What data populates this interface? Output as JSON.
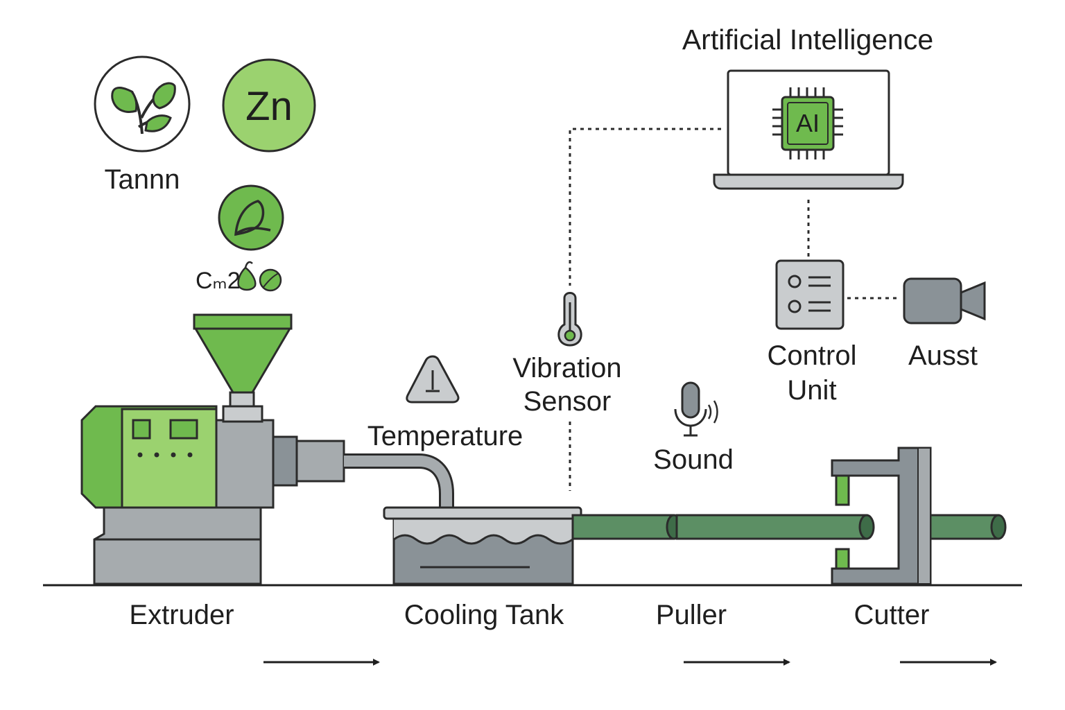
{
  "title": "Artificial Intelligence",
  "ai_chip_text": "AI",
  "additives": {
    "tannin_label": "Tannn",
    "zinc_symbol": "Zn",
    "chitosan_label": "Cₘ2",
    "icons": [
      "leaf-sprig-icon",
      "zinc-element-icon",
      "bio-leaf-icon",
      "seed-icon",
      "nut-icon"
    ]
  },
  "sensors": {
    "temperature_label": "Temperature",
    "vibration_label_line1": "Vibration",
    "vibration_label_line2": "Sensor",
    "sound_label": "Sound",
    "icons": [
      "warning-triangle-icon",
      "thermometer-icon",
      "microphone-icon"
    ]
  },
  "control": {
    "control_label_line1": "Control",
    "control_label_line2": "Unit",
    "camera_label": "Ausst",
    "icons": [
      "control-panel-icon",
      "camera-icon",
      "laptop-icon",
      "ai-chip-icon"
    ]
  },
  "stages": {
    "extruder": "Extruder",
    "cooling_tank": "Cooling Tank",
    "puller": "Puller",
    "cutter": "Cutter"
  },
  "colors": {
    "green_light": "#9bd26f",
    "green_mid": "#6fba4e",
    "green_dark": "#5c8f64",
    "gray_light": "#c9ccce",
    "gray_mid": "#a6abae",
    "gray_dark": "#8a9297",
    "outline": "#2b2b2b"
  }
}
